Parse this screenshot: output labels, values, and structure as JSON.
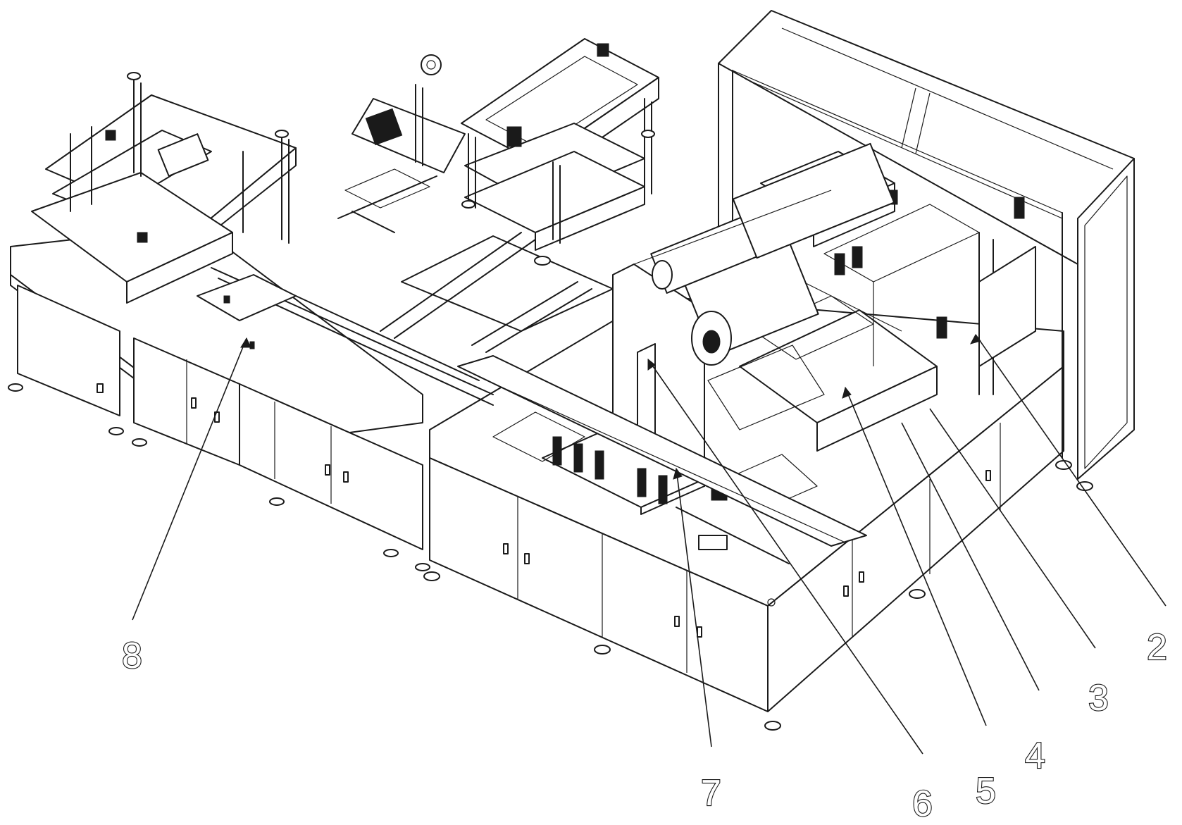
{
  "figure": {
    "callouts": [
      {
        "id": "callout-2",
        "label": "2"
      },
      {
        "id": "callout-3",
        "label": "3"
      },
      {
        "id": "callout-4",
        "label": "4"
      },
      {
        "id": "callout-5",
        "label": "5"
      },
      {
        "id": "callout-6",
        "label": "6"
      },
      {
        "id": "callout-7",
        "label": "7"
      },
      {
        "id": "callout-8",
        "label": "8"
      }
    ]
  }
}
